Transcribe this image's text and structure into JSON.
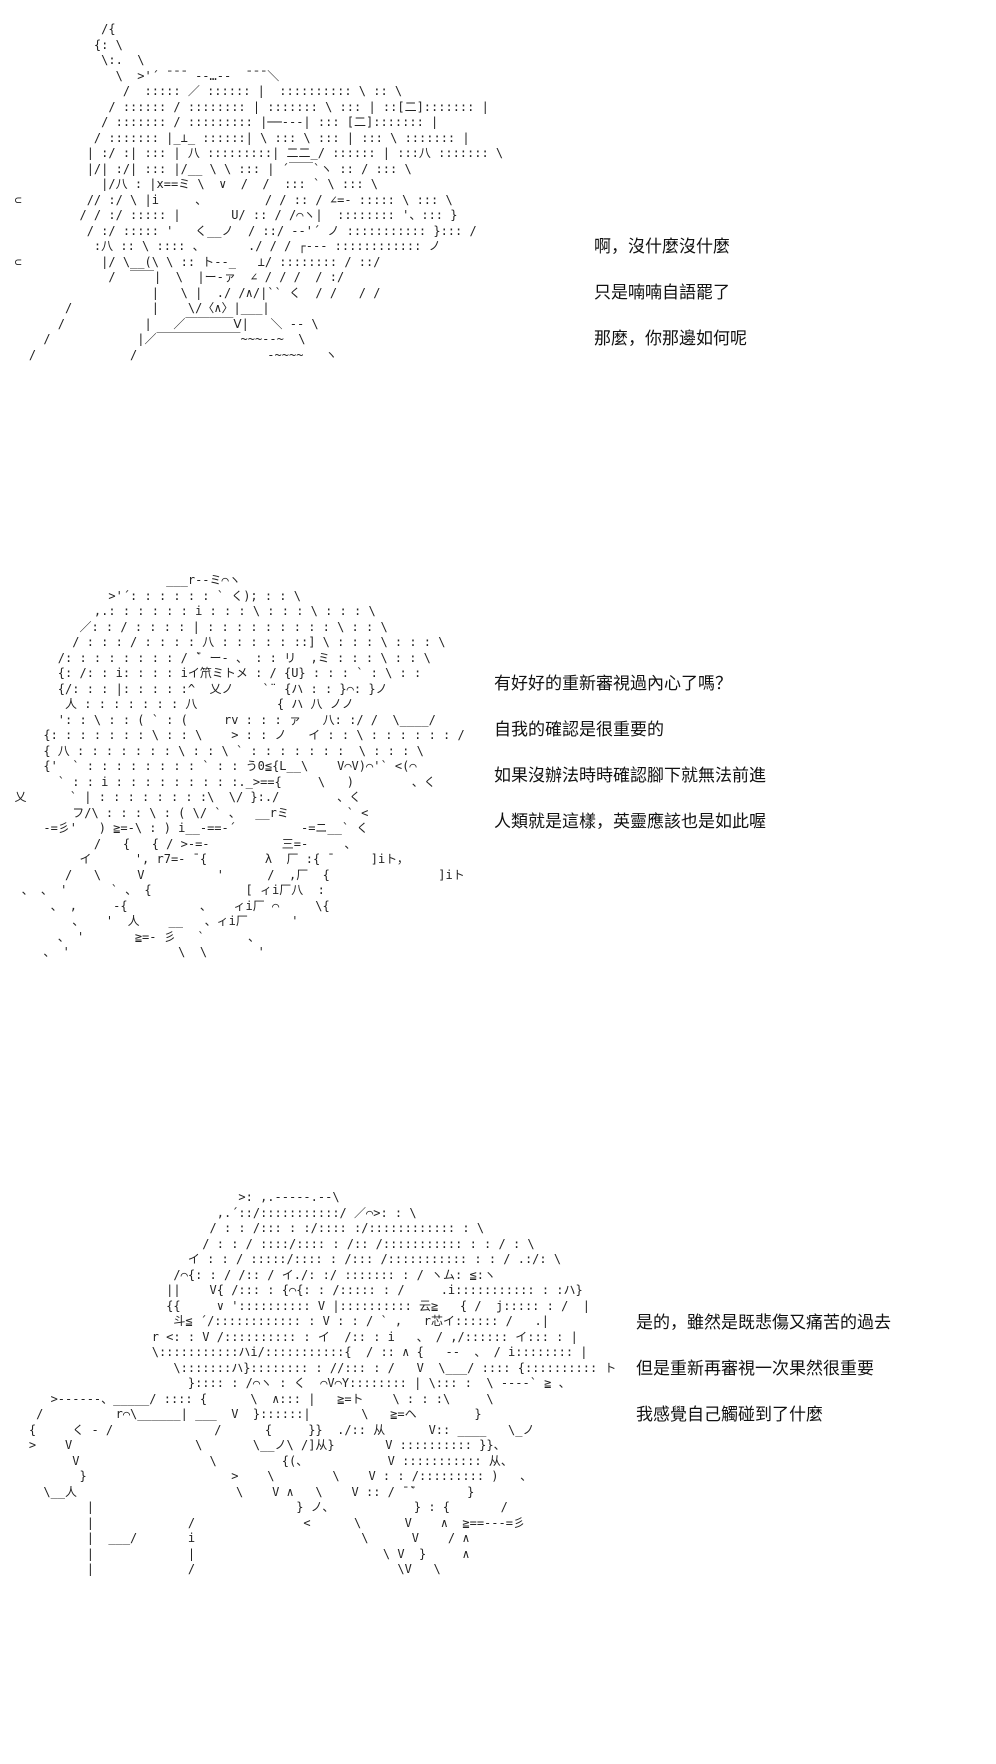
{
  "panels": [
    {
      "dialogue": [
        "啊，沒什麼沒什麼",
        "只是喃喃自語罷了",
        "那麼，你那邊如何呢"
      ],
      "art": "              /{\n             {: \\\n              \\:.  \\\n                \\  >'´ ̄ ̄ ̄  ‐‐…‐‐  ̄ ̄ ̄ ＼\n                 /  ::::: ／ :::::: |  :::::::::: \\ :: \\ \n               / :::::: / :::::::: | ::::::: \\ ::: | ::[二]::::::: |\n              / ::::::: / ::::::::: |──‐‐‐| ::: [二]::::::: |\n             / ::::::: |_⊥_ ::::::| \\ ::: \\ ::: | ::: \\ ::::::: |\n            | :/ :| ::: | 八 :::::::::| 二二_/ :::::: | :::八 ::::::: \\\n            |/| :/| ::: |/__ \\ \\ ::: | ´￣￣`ヽ :: / ::: \\\n              |/八 : |x==ミ \\  ∨  /  /  ::: ` \\ ::: \\\n  ⊂         // :/ \\ |i     、        / / :: / ∠=‐ ::::: \\ ::: \\\n           / / :/ ::::: |       U/ :: / /⌒ヽ|  :::::::: '、::: }\n            / :/ ::::: '   く__ノ  / ::/ ‐‐'´ ノ ::::::::::: }::: /\n             :八 :: \\ :::: 、      ./ / / ┌‐‐‐ :::::::::::: ノ\n  ⊂           |/ \\__(\\ \\ :: ト‐-_   ⊥/ :::::::: / ::/\n               /  ￣￣|  \\  |ー‐ァ  ∠ / / /  / :/\n                     |   \\ |  ./ /∧/|`` く  / /   / /\n         /           |    \\/〈∧〉|___|\n        /           |   ／￣￣￣￣Ⅴ|   ＼ ‐‐ \\\n      /            |／￣￣￣￣￣￣￣~~~‐‐~  \\\n    /             /                  ‐~~~~   ヽ"
    },
    {
      "dialogue": [
        "有好好的重新審視過內心了嗎？",
        "自我的確認是很重要的",
        "如果沒辦法時時確認腳下就無法前進",
        "人類就是這樣，英靈應該也是如此喔"
      ],
      "art": "                       ___r‐‐ミ⌒ヽ\n               >'´: : : : : : ` く); : : \\\n             ,.: : : : : : i : : : \\ : : : \\ : : : \\\n           ／: : / : : : : | : : : : : : : : : \\ : : \\\n          / : : : / : : : : 八 : : : : : ::] \\ : : : \\ : : : \\\n        /: : : : : : : : / ̄` ー‐ 、 : : リ  ,ミ : : : \\ : : \\\n        {: /: : i: : : : iイ笊ミトメ : / {U} : : : ` : \\ : :\n        {/: : : |: : : : :^  乂ノ    `¨ {ハ : : }⌒: }ノ\n         人 : : : : : : : 八           { ハ 八 ノノ\n        ': : \\ : : ( ` : (     rv : : : ァ   八: :/ /  \\____/\n      {: : : : : : : \\ : : \\    > : : ノ   イ : : \\ : : : : : : /\n      { 八 : : : : : : : \\ : : \\ ` : : : : : : :  \\ : : : \\\n      {'  ` : : : : : : : : ` : : う0≦{L__\\    V⌒V)⌒'` <(⌒\n        ` : : i : : : : : : : : :._>=={     \\   )        、く\n  乂      ` | : : : : : : : :\\  \\/ }:./        、く\n          フ/\\ : : : \\ : ( \\/ ` 、  __rミ        ` <\n      ‐=彡'   ) ≧=‐\\ : ) i__‐==‐´         ‐=ニ__` く\n             /   {   { / >‐=‐          三=‐     、\n           イ      ', r7=‐ ̄ {        λ  厂 :{ ̄      ]iト，\n         /   \\     V          '      /  ,厂  {               ]iト\n   、 、 '      ` 、 {             [ ィi厂八  :\n       、 ,     ‐{          、   ィi厂 ⌒     \\{\n          、   '  人    __   、ィi厂      '\n        、 '       ≧=‐ 彡   `      、\n      、 '               \\  \\       '"
    },
    {
      "dialogue": [
        "是的，雖然是既悲傷又痛苦的過去",
        "但是重新再審視一次果然很重要",
        "我感覺自己觸碰到了什麼"
      ],
      "art": "                                 >: ,.‐‐‐‐‐.‐‐\\\n                              ,.´::/:::::::::::/ ／⌒>: : \\\n                             / : : /::: : :/:::: :/:::::::::::: : \\\n                            / : : / ::::/:::: : /:: /::::::::::: : : / : \\\n                          イ : : / :::::/:::: : /::: /::::::::::: : : / .:/: \\\n                        /⌒{: : / /:: / イ./: :/ ::::::: : / ヽム: ≦:ヽ\n                       ||    V{ /::: : {⌒{: : /::::: : /     .i::::::::::: : :ハ}\n                       {{     ∨ ':::::::::: V |:::::::::: 云≧   { /  j::::: : /  |\n                        斗≦ ´/:::::::::::: : V : : / ` ,   r芯イ:::::: /   .|\n                     r <: : V /:::::::::: : イ  /:: : i   、 / ,/:::::: イ::: : |\n                     \\:::::::::::ハi/:::::::::::{  / :: ∧ {   ‐‐  、 / i:::::::: |\n                        \\:::::::ハ}:::::::: : //::: : /   V  \\___/ :::: {:::::::::: ト\n                          }:::: : /⌒ヽ : く  ⌒V⌒Y:::::::: | \\::: :  \\ ‐‐‐‐` ≧ 、\n       >‐‐‐‐‐‐、_____/ :::: {      \\  ∧::: |   ≧=ト    \\ : : :\\     \\\n     /          r⌒\\______| ___  V  }::::::|       \\   ≧=ヘ        }\n    {     く ‐ /              /      {     }}  ./:: 从      V:: ____   \\_ノ\n    >    V                 \\       \\__ノ\\ /]从}       V :::::::::: }}、\n          V                  \\         {(、           V ::::::::::: 从、\n           }                    >    \\        \\    V : : /::::::::: )   、\n      \\__人                      \\    V ∧   \\    V :: / ̄ ̄`       }\n            |                            } ノ、           } : {       /\n            |             /               <      \\      V    ∧  ≧==‐‐‐=彡\n            |  ___/       i                       \\      V    / ∧\n            |             |                          \\ V  }     ∧\n            |             /                            \\V   \\"
    }
  ]
}
